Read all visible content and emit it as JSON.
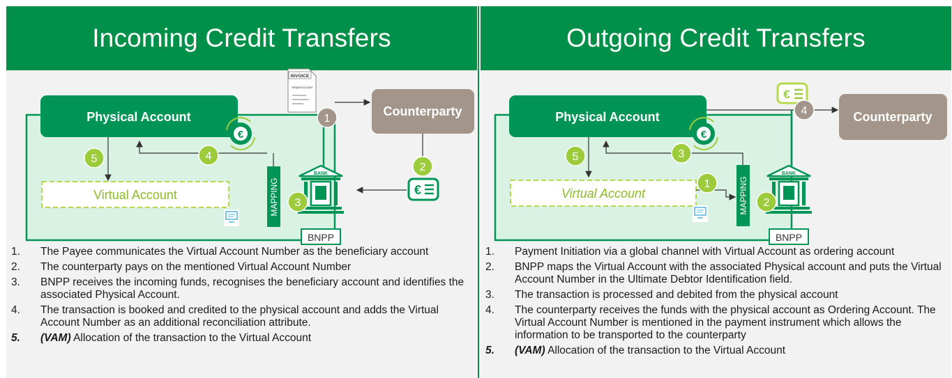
{
  "colors": {
    "header_green": "#00904a",
    "box_green": "#009556",
    "light_green": "#9ccc3c",
    "area_fill": "#d9f2e3",
    "counterparty_gray": "#a39589",
    "panel_bg": "#f2f2f2"
  },
  "left": {
    "title": "Incoming Credit Transfers",
    "physical_account": "Physical Account",
    "counterparty": "Counterparty",
    "virtual_account": "Virtual Account",
    "mapping": "MAPPING",
    "bank_label": "BANK",
    "bnpp": "BNPP",
    "invoice_label": "INVOICE",
    "invoice_sub": "Virtual Account",
    "badges": [
      "1",
      "2",
      "3",
      "4",
      "5"
    ],
    "steps": [
      {
        "num": "1.",
        "text": "The Payee communicates the Virtual Account Number as the beneficiary account"
      },
      {
        "num": "2.",
        "text": "The counterparty pays on the mentioned Virtual Account Number"
      },
      {
        "num": "3.",
        "text": "BNPP receives the incoming funds, recognises the beneficiary account and identifies the associated Physical Account."
      },
      {
        "num": "4.",
        "text": "The transaction is booked and credited to the physical account and adds the Virtual Account Number as an additional reconciliation attribute."
      },
      {
        "num": "5.",
        "tag": "(VAM)",
        "text": " Allocation of the transaction to the Virtual Account"
      }
    ]
  },
  "right": {
    "title": "Outgoing Credit Transfers",
    "physical_account": "Physical Account",
    "counterparty": "Counterparty",
    "virtual_account": "Virtual Account",
    "mapping": "MAPPING",
    "bank_label": "BANK",
    "bnpp": "BNPP",
    "badges": [
      "1",
      "2",
      "3",
      "4",
      "5"
    ],
    "steps": [
      {
        "num": "1.",
        "text": "Payment Initiation via a global channel with Virtual Account as ordering account"
      },
      {
        "num": "2.",
        "text": "BNPP maps the Virtual Account with the associated Physical account and puts the Virtual Account Number in the Ultimate Debtor Identification field."
      },
      {
        "num": "3.",
        "text": "The transaction is processed and debited from the physical account"
      },
      {
        "num": "4.",
        "text": "The counterparty receives the funds with the physical account as Ordering Account. The Virtual Account Number is mentioned in the payment instrument which allows the information to be transported to the counterparty"
      },
      {
        "num": "5.",
        "tag": "(VAM)",
        "text": " Allocation of the transaction to the Virtual Account"
      }
    ]
  }
}
